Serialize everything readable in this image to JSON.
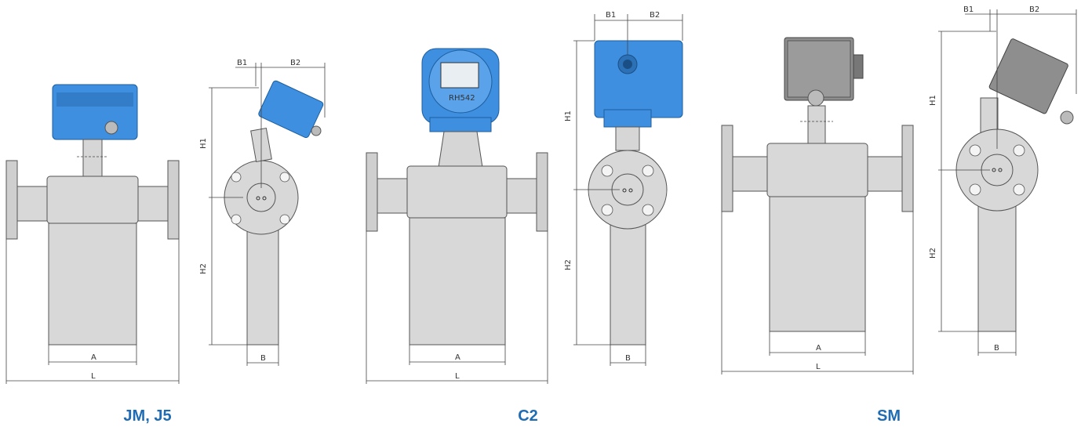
{
  "models": [
    {
      "name": "JM, J5"
    },
    {
      "name": "C2"
    },
    {
      "name": "SM"
    }
  ],
  "labels": {
    "A": "A",
    "B": "B",
    "L": "L",
    "B1": "B1",
    "B2": "B2",
    "H1": "H1",
    "H2": "H2"
  },
  "transmitter_text": {
    "c2_model": "RH542"
  },
  "colors": {
    "transmitter_blue": "#3f8fe0",
    "body_gray": "#d8d8d8",
    "model_label": "#1f6cb4",
    "sm_housing": "#8e8e8e"
  }
}
